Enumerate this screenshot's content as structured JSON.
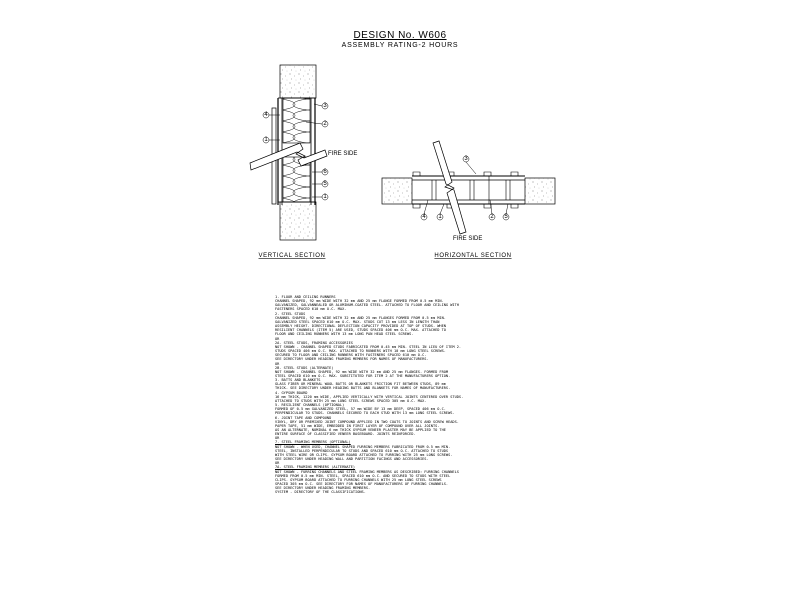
{
  "header": {
    "title": "DESIGN No. W606",
    "subtitle": "ASSEMBLY RATING-2 HOURS"
  },
  "vertical_section": {
    "caption": "VERTICAL SECTION",
    "fire_side_label": "FIRE SIDE",
    "callouts": [
      "4",
      "1",
      "3",
      "2",
      "6",
      "5",
      "1"
    ]
  },
  "horizontal_section": {
    "caption": "HORIZONTAL SECTION",
    "fire_side_label": "FIRE SIDE",
    "callouts": [
      "3",
      "4",
      "1",
      "2",
      "5"
    ]
  },
  "notes": [
    {
      "text": "1. FLOOR AND CEILING RUNNERS",
      "heading": true
    },
    {
      "text": "CHANNEL SHAPED, 92 mm WIDE WITH 32 mm AND 25 mm FLANGE FORMED FROM 0.5 mm MIN.",
      "heading": false
    },
    {
      "text": "GALVANIZED, GALVANNEALED OR ALUMINUM-COATED STEEL. ATTACHED TO FLOOR AND CEILING WITH",
      "heading": false
    },
    {
      "text": "FASTENERS SPACED 610 mm O.C. MAX.",
      "heading": false
    },
    {
      "text": "2. STEEL STUDS",
      "heading": false
    },
    {
      "text": "CHANNEL SHAPED, 92 mm WIDE WITH 32 mm AND 25 mm FLANGES FORMED FROM 0.5 mm MIN.",
      "heading": false
    },
    {
      "text": "GALVANIZED STEEL SPACED 610 mm O.C. MAX. STUDS CUT 13 mm LESS IN LENGTH THAN",
      "heading": false
    },
    {
      "text": "ASSEMBLY HEIGHT. DIRECTIONAL DEFLECTION CAPACITY PROVIDED AT TOP OF STUDS. WHEN",
      "heading": false
    },
    {
      "text": "RESILIENT CHANNELS (ITEM 5) ARE USED, STUDS SPACED 406 mm O.C. MAX. ATTACHED TO",
      "heading": false
    },
    {
      "text": "FLOOR AND CEILING RUNNERS WITH 13 mm LONG PAN HEAD STEEL SCREWS.",
      "heading": false
    },
    {
      "text": "OR",
      "heading": false
    },
    {
      "text": "2A. STEEL STUDS, FRAMING ACCESSORIES",
      "heading": true
    },
    {
      "text": "NOT SHOWN - CHANNEL SHAPED STUDS FABRICATED FROM 0.45 mm MIN. STEEL IN LIEU OF ITEM 2.",
      "heading": false
    },
    {
      "text": "STUDS SPACED 406 mm O.C. MAX. ATTACHED TO RUNNERS WITH 10 mm LONG STEEL SCREWS.",
      "heading": false
    },
    {
      "text": "SECURED TO FLOOR AND CEILING RUNNERS WITH FASTENERS SPACED 610 mm O.C.",
      "heading": false
    },
    {
      "text": "SEE DIRECTORY UNDER HEADING FRAMING MEMBERS FOR NAMES OF MANUFACTURERS.",
      "heading": false
    },
    {
      "text": "OR",
      "heading": false
    },
    {
      "text": "2B. STEEL STUDS (ALTERNATE)",
      "heading": true
    },
    {
      "text": "NOT SHOWN - CHANNEL SHAPED, 92 mm WIDE WITH 32 mm AND 25 mm FLANGES. FORMED FROM",
      "heading": false
    },
    {
      "text": "STEEL SPACED 610 mm O.C. MAX. SUBSTITUTED FOR ITEM 2 AT THE MANUFACTURERS OPTION.",
      "heading": false
    },
    {
      "text": "3. BATTS AND BLANKETS",
      "heading": true
    },
    {
      "text": "GLASS FIBER OR MINERAL WOOL BATTS OR BLANKETS FRICTION FIT BETWEEN STUDS, 89 mm",
      "heading": false
    },
    {
      "text": "THICK. SEE DIRECTORY UNDER HEADING BATTS AND BLANKETS FOR NAMES OF MANUFACTURERS.",
      "heading": false
    },
    {
      "text": "4. GYPSUM BOARD",
      "heading": true
    },
    {
      "text": "16 mm THICK, 1220 mm WIDE, APPLIED VERTICALLY WITH VERTICAL JOINTS CENTERED OVER STUDS.",
      "heading": false
    },
    {
      "text": "ATTACHED TO STUDS WITH 25 mm LONG STEEL SCREWS SPACED 305 mm O.C. MAX.",
      "heading": false
    },
    {
      "text": "5. RESILIENT CHANNELS (OPTIONAL)",
      "heading": true
    },
    {
      "text": "FORMED OF 0.5 mm GALVANIZED STEEL, 57 mm WIDE BY 13 mm DEEP, SPACED 406 mm O.C.",
      "heading": false
    },
    {
      "text": "PERPENDICULAR TO STUDS. CHANNELS SECURED TO EACH STUD WITH 13 mm LONG STEEL SCREWS.",
      "heading": false
    },
    {
      "text": "6. JOINT TAPE AND COMPOUND",
      "heading": true
    },
    {
      "text": "VINYL, DRY OR PREMIXED JOINT COMPOUND APPLIED IN TWO COATS TO JOINTS AND SCREW HEADS.",
      "heading": false
    },
    {
      "text": "PAPER TAPE, 51 mm WIDE, EMBEDDED IN FIRST LAYER OF COMPOUND OVER ALL JOINTS.",
      "heading": false
    },
    {
      "text": "AS AN ALTERNATE, NOMINAL 6 mm THICK GYPSUM VENEER PLASTER MAY BE APPLIED TO THE",
      "heading": false
    },
    {
      "text": "ENTIRE SURFACE OF CLASSIFIED VENEER BASEBOARD. JOINTS REINFORCED.",
      "heading": false
    },
    {
      "text": "OR",
      "heading": false
    },
    {
      "text": "7. STEEL FRAMING MEMBERS (OPTIONAL)",
      "heading": true
    },
    {
      "text": "NOT SHOWN - WHEN USED, CHANNEL SHAPED FURRING MEMBERS FABRICATED FROM 0.5 mm MIN.",
      "heading": false
    },
    {
      "text": "STEEL, INSTALLED PERPENDICULAR TO STUDS AND SPACED 610 mm O.C. ATTACHED TO STUDS",
      "heading": false
    },
    {
      "text": "WITH STEEL WIRE OR CLIPS. GYPSUM BOARD ATTACHED TO FURRING WITH 25 mm LONG SCREWS.",
      "heading": false
    },
    {
      "text": "SEE DIRECTORY UNDER HEADING WALL AND PARTITION FACINGS AND ACCESSORIES.",
      "heading": false
    },
    {
      "text": "OR",
      "heading": false
    },
    {
      "text": "7A. STEEL FRAMING MEMBERS (ALTERNATE)",
      "heading": true
    },
    {
      "text": "NOT SHOWN - FURRING CHANNELS AND STEEL FRAMING MEMBERS AS DESCRIBED: FURRING CHANNELS",
      "heading": false
    },
    {
      "text": "FORMED FROM 0.5 mm MIN. STEEL, SPACED 610 mm O.C. AND SECURED TO STUDS WITH STEEL",
      "heading": false
    },
    {
      "text": "CLIPS. GYPSUM BOARD ATTACHED TO FURRING CHANNELS WITH 25 mm LONG STEEL SCREWS",
      "heading": false
    },
    {
      "text": "SPACED 305 mm O.C. SEE DIRECTORY FOR NAMES OF MANUFACTURERS OF FURRING CHANNELS.",
      "heading": false
    },
    {
      "text": "SEE DIRECTORY UNDER HEADING FRAMING MEMBERS.",
      "heading": false
    },
    {
      "text": "SYSTEM - DIRECTORY OF THE CLASSIFICATIONS.",
      "heading": false
    }
  ]
}
